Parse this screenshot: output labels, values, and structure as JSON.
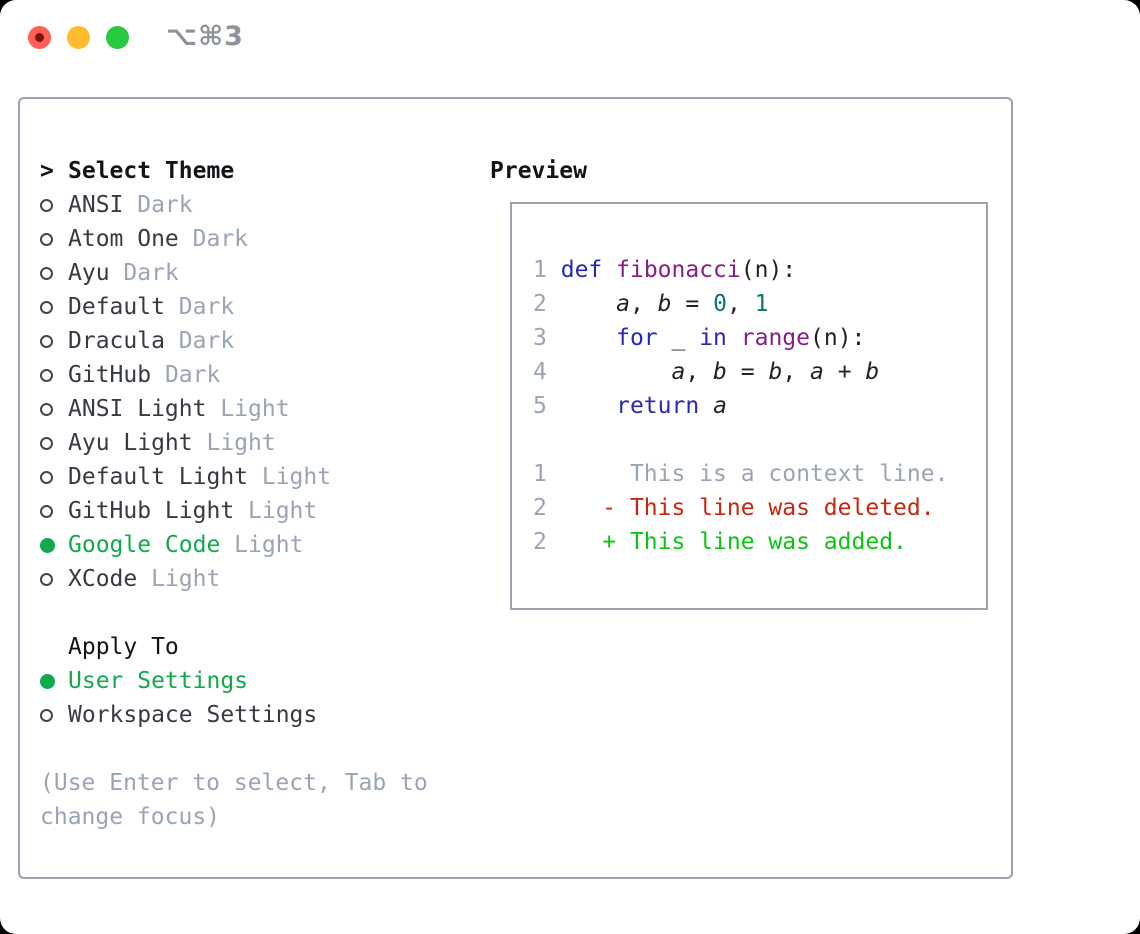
{
  "window": {
    "title": "⌥⌘3",
    "traffic_lights": [
      "close",
      "minimize",
      "zoom"
    ]
  },
  "theme_menu": {
    "prompt": ">",
    "header": "Select Theme",
    "themes": [
      {
        "name": "ANSI",
        "variant": "Dark",
        "selected": false
      },
      {
        "name": "Atom One",
        "variant": "Dark",
        "selected": false
      },
      {
        "name": "Ayu",
        "variant": "Dark",
        "selected": false
      },
      {
        "name": "Default",
        "variant": "Dark",
        "selected": false
      },
      {
        "name": "Dracula",
        "variant": "Dark",
        "selected": false
      },
      {
        "name": "GitHub",
        "variant": "Dark",
        "selected": false
      },
      {
        "name": "ANSI Light",
        "variant": "Light",
        "selected": false
      },
      {
        "name": "Ayu Light",
        "variant": "Light",
        "selected": false
      },
      {
        "name": "Default Light",
        "variant": "Light",
        "selected": false
      },
      {
        "name": "GitHub Light",
        "variant": "Light",
        "selected": false
      },
      {
        "name": "Google Code",
        "variant": "Light",
        "selected": true
      },
      {
        "name": "XCode",
        "variant": "Light",
        "selected": false
      }
    ]
  },
  "apply_to": {
    "header": "Apply To",
    "options": [
      {
        "label": "User Settings",
        "selected": true
      },
      {
        "label": "Workspace Settings",
        "selected": false
      }
    ]
  },
  "hint": {
    "line1": "(Use Enter to select, Tab to",
    "line2": "change focus)"
  },
  "preview": {
    "header": "Preview",
    "lines": [
      {
        "num": "1",
        "tokens": [
          {
            "c": "pl",
            "t": " "
          },
          {
            "c": "kw",
            "t": "def"
          },
          {
            "c": "pl",
            "t": " "
          },
          {
            "c": "fn",
            "t": "fibonacci"
          },
          {
            "c": "pl",
            "t": "(n):"
          }
        ]
      },
      {
        "num": "2",
        "tokens": [
          {
            "c": "pl",
            "t": "     "
          },
          {
            "c": "va",
            "t": "a"
          },
          {
            "c": "pl",
            "t": ", "
          },
          {
            "c": "va",
            "t": "b"
          },
          {
            "c": "pl",
            "t": " = "
          },
          {
            "c": "nm",
            "t": "0"
          },
          {
            "c": "pl",
            "t": ", "
          },
          {
            "c": "nm",
            "t": "1"
          }
        ]
      },
      {
        "num": "3",
        "tokens": [
          {
            "c": "pl",
            "t": "     "
          },
          {
            "c": "kw",
            "t": "for"
          },
          {
            "c": "pl",
            "t": " _ "
          },
          {
            "c": "kw",
            "t": "in"
          },
          {
            "c": "pl",
            "t": " "
          },
          {
            "c": "fn",
            "t": "range"
          },
          {
            "c": "pl",
            "t": "(n):"
          }
        ]
      },
      {
        "num": "4",
        "tokens": [
          {
            "c": "pl",
            "t": "         "
          },
          {
            "c": "va",
            "t": "a"
          },
          {
            "c": "pl",
            "t": ", "
          },
          {
            "c": "va",
            "t": "b"
          },
          {
            "c": "pl",
            "t": " = "
          },
          {
            "c": "va",
            "t": "b"
          },
          {
            "c": "pl",
            "t": ", "
          },
          {
            "c": "va",
            "t": "a"
          },
          {
            "c": "pl",
            "t": " + "
          },
          {
            "c": "va",
            "t": "b"
          }
        ]
      },
      {
        "num": "5",
        "tokens": [
          {
            "c": "pl",
            "t": "     "
          },
          {
            "c": "kw",
            "t": "return"
          },
          {
            "c": "pl",
            "t": " "
          },
          {
            "c": "va",
            "t": "a"
          }
        ]
      },
      {
        "num": "",
        "tokens": []
      },
      {
        "num": "1",
        "tokens": [
          {
            "c": "ctx",
            "t": "      This is a context line."
          }
        ]
      },
      {
        "num": "2",
        "tokens": [
          {
            "c": "del",
            "t": "    - This line was deleted."
          }
        ]
      },
      {
        "num": "2",
        "tokens": [
          {
            "c": "add",
            "t": "    + This line was added."
          }
        ]
      }
    ]
  },
  "colors": {
    "accent_green": "#12a94c",
    "added_green": "#0cc414",
    "deleted_red": "#c8260f",
    "keyword_blue": "#2828b4",
    "function_purple": "#861e86",
    "number_teal": "#0e7571",
    "muted_gray": "#9aa4b2",
    "dark_text": "#363b43",
    "panel_border": "#99a2ae",
    "traffic_red": "#ff5f57",
    "traffic_yellow": "#febc2e",
    "traffic_green": "#28c840"
  }
}
